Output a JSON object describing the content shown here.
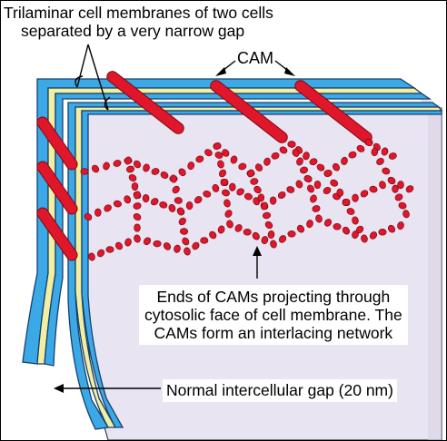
{
  "labels": {
    "membranes_line1": "Trilaminar cell membranes of two cells",
    "membranes_line2": "separated by a very narrow gap",
    "cam": "CAM",
    "ends_line1": "Ends of CAMs projecting through",
    "ends_line2": "cytosolic face of cell membrane. The",
    "ends_line3": "CAMs form an interlacing network",
    "normal_gap": "Normal intercellular gap (20 nm)"
  },
  "colors": {
    "membrane_blue": "#3aa9e6",
    "membrane_yellow": "#f2efa0",
    "membrane_outline": "#1a3f6e",
    "cytosol": "#e9e4f1",
    "cam_red": "#e0162b",
    "cam_dark": "#7a0a14"
  }
}
